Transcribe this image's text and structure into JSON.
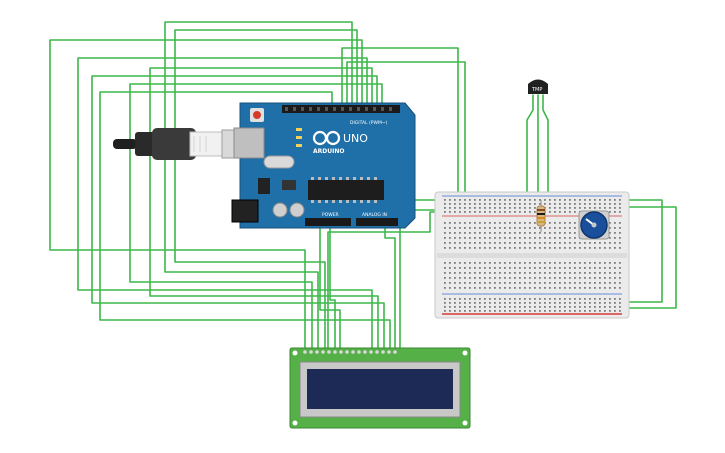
{
  "arduino": {
    "brand": "ARDUINO",
    "model": "UNO",
    "digital_label": "DIGITAL (PWM~)",
    "power_label": "POWER",
    "analog_label": "ANALOG IN"
  },
  "sensor": {
    "label": "TMP"
  },
  "colors": {
    "wire": "#3cb84a",
    "board": "#1f6fa8",
    "breadboard": "#ebebeb",
    "lcd_pcb": "#55b047",
    "lcd_screen": "#1d2a55",
    "pot": "#1a4f9c"
  }
}
